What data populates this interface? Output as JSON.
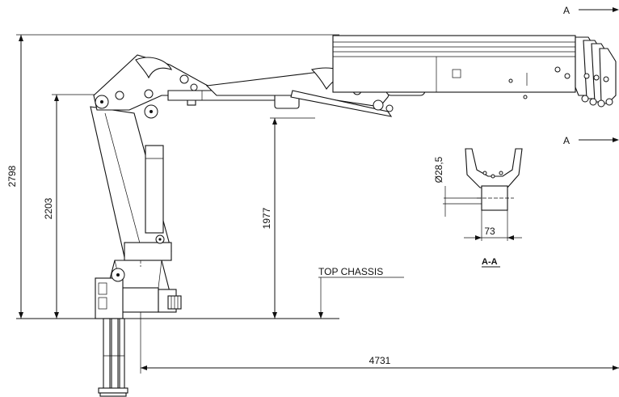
{
  "dimensions": {
    "height_total": "2798",
    "height_pivot": "2203",
    "height_under_boom": "1977",
    "reach": "4731",
    "section_width": "73",
    "section_diameter": "Ø28,5"
  },
  "labels": {
    "section_marker_top": "A",
    "section_marker_bottom": "A",
    "top_chassis": "TOP CHASSIS",
    "section_title": "A-A"
  }
}
